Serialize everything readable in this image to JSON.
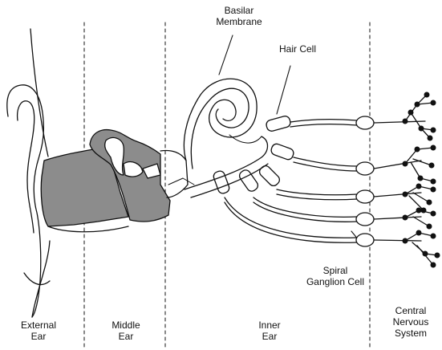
{
  "labels": {
    "basilar_membrane": "Basilar\nMembrane",
    "hair_cell": "Hair Cell",
    "spiral_ganglion_cell": "Spiral\nGanglion Cell",
    "external_ear": "External\nEar",
    "middle_ear": "Middle\nEar",
    "inner_ear": "Inner\nEar",
    "central_nervous_system": "Central\nNervous\nSystem"
  },
  "colors": {
    "ink": "#111111",
    "shade": "#8c8c8c",
    "background": "#ffffff"
  }
}
